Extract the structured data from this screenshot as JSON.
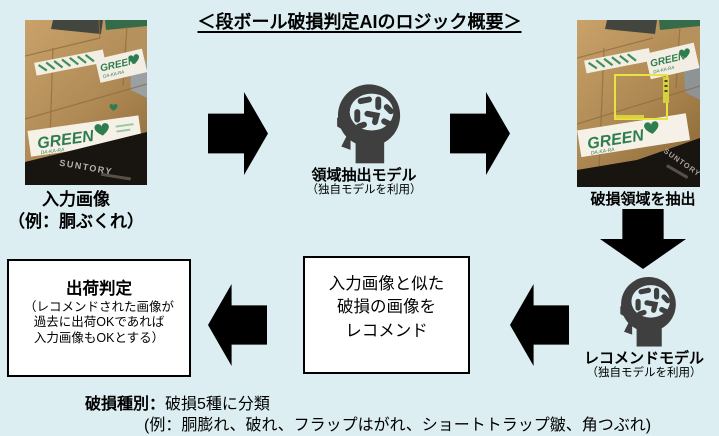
{
  "title": "＜段ボール破損判定AIのロジック概要＞",
  "colors": {
    "background": "#dceef1",
    "arrow": "#000000",
    "model_icon": "#3f3f3f",
    "box_background": "#ffffff",
    "box_border": "#000000",
    "detection_box": "#e9e243",
    "brand_green": "#2e7d4f"
  },
  "input": {
    "caption_line1": "入力画像",
    "caption_line2": "（例：胴ぶくれ）"
  },
  "region_model": {
    "name": "領域抽出モデル",
    "note": "（独自モデルを利用）"
  },
  "extract": {
    "caption": "破損領域を抽出"
  },
  "recommend_model": {
    "name": "レコメンドモデル",
    "note": "（独自モデルを利用）"
  },
  "recommend_box": {
    "line1": "入力画像と似た",
    "line2": "破損の画像を",
    "line3": "レコメンド"
  },
  "judge_box": {
    "title": "出荷判定",
    "line1": "（レコメンドされた画像が",
    "line2": "過去に出荷OKであれば",
    "line3": "入力画像もOKとする）"
  },
  "footer": {
    "label": "破損種別：",
    "text": "破損5種に分類",
    "examples": "(例：胴膨れ、破れ、フラップはがれ、ショートトラップ皺、角つぶれ)"
  },
  "photo": {
    "brand": "GREEN",
    "brand_sub": "DA-KA-RA",
    "pallet": "SUNTORY"
  }
}
